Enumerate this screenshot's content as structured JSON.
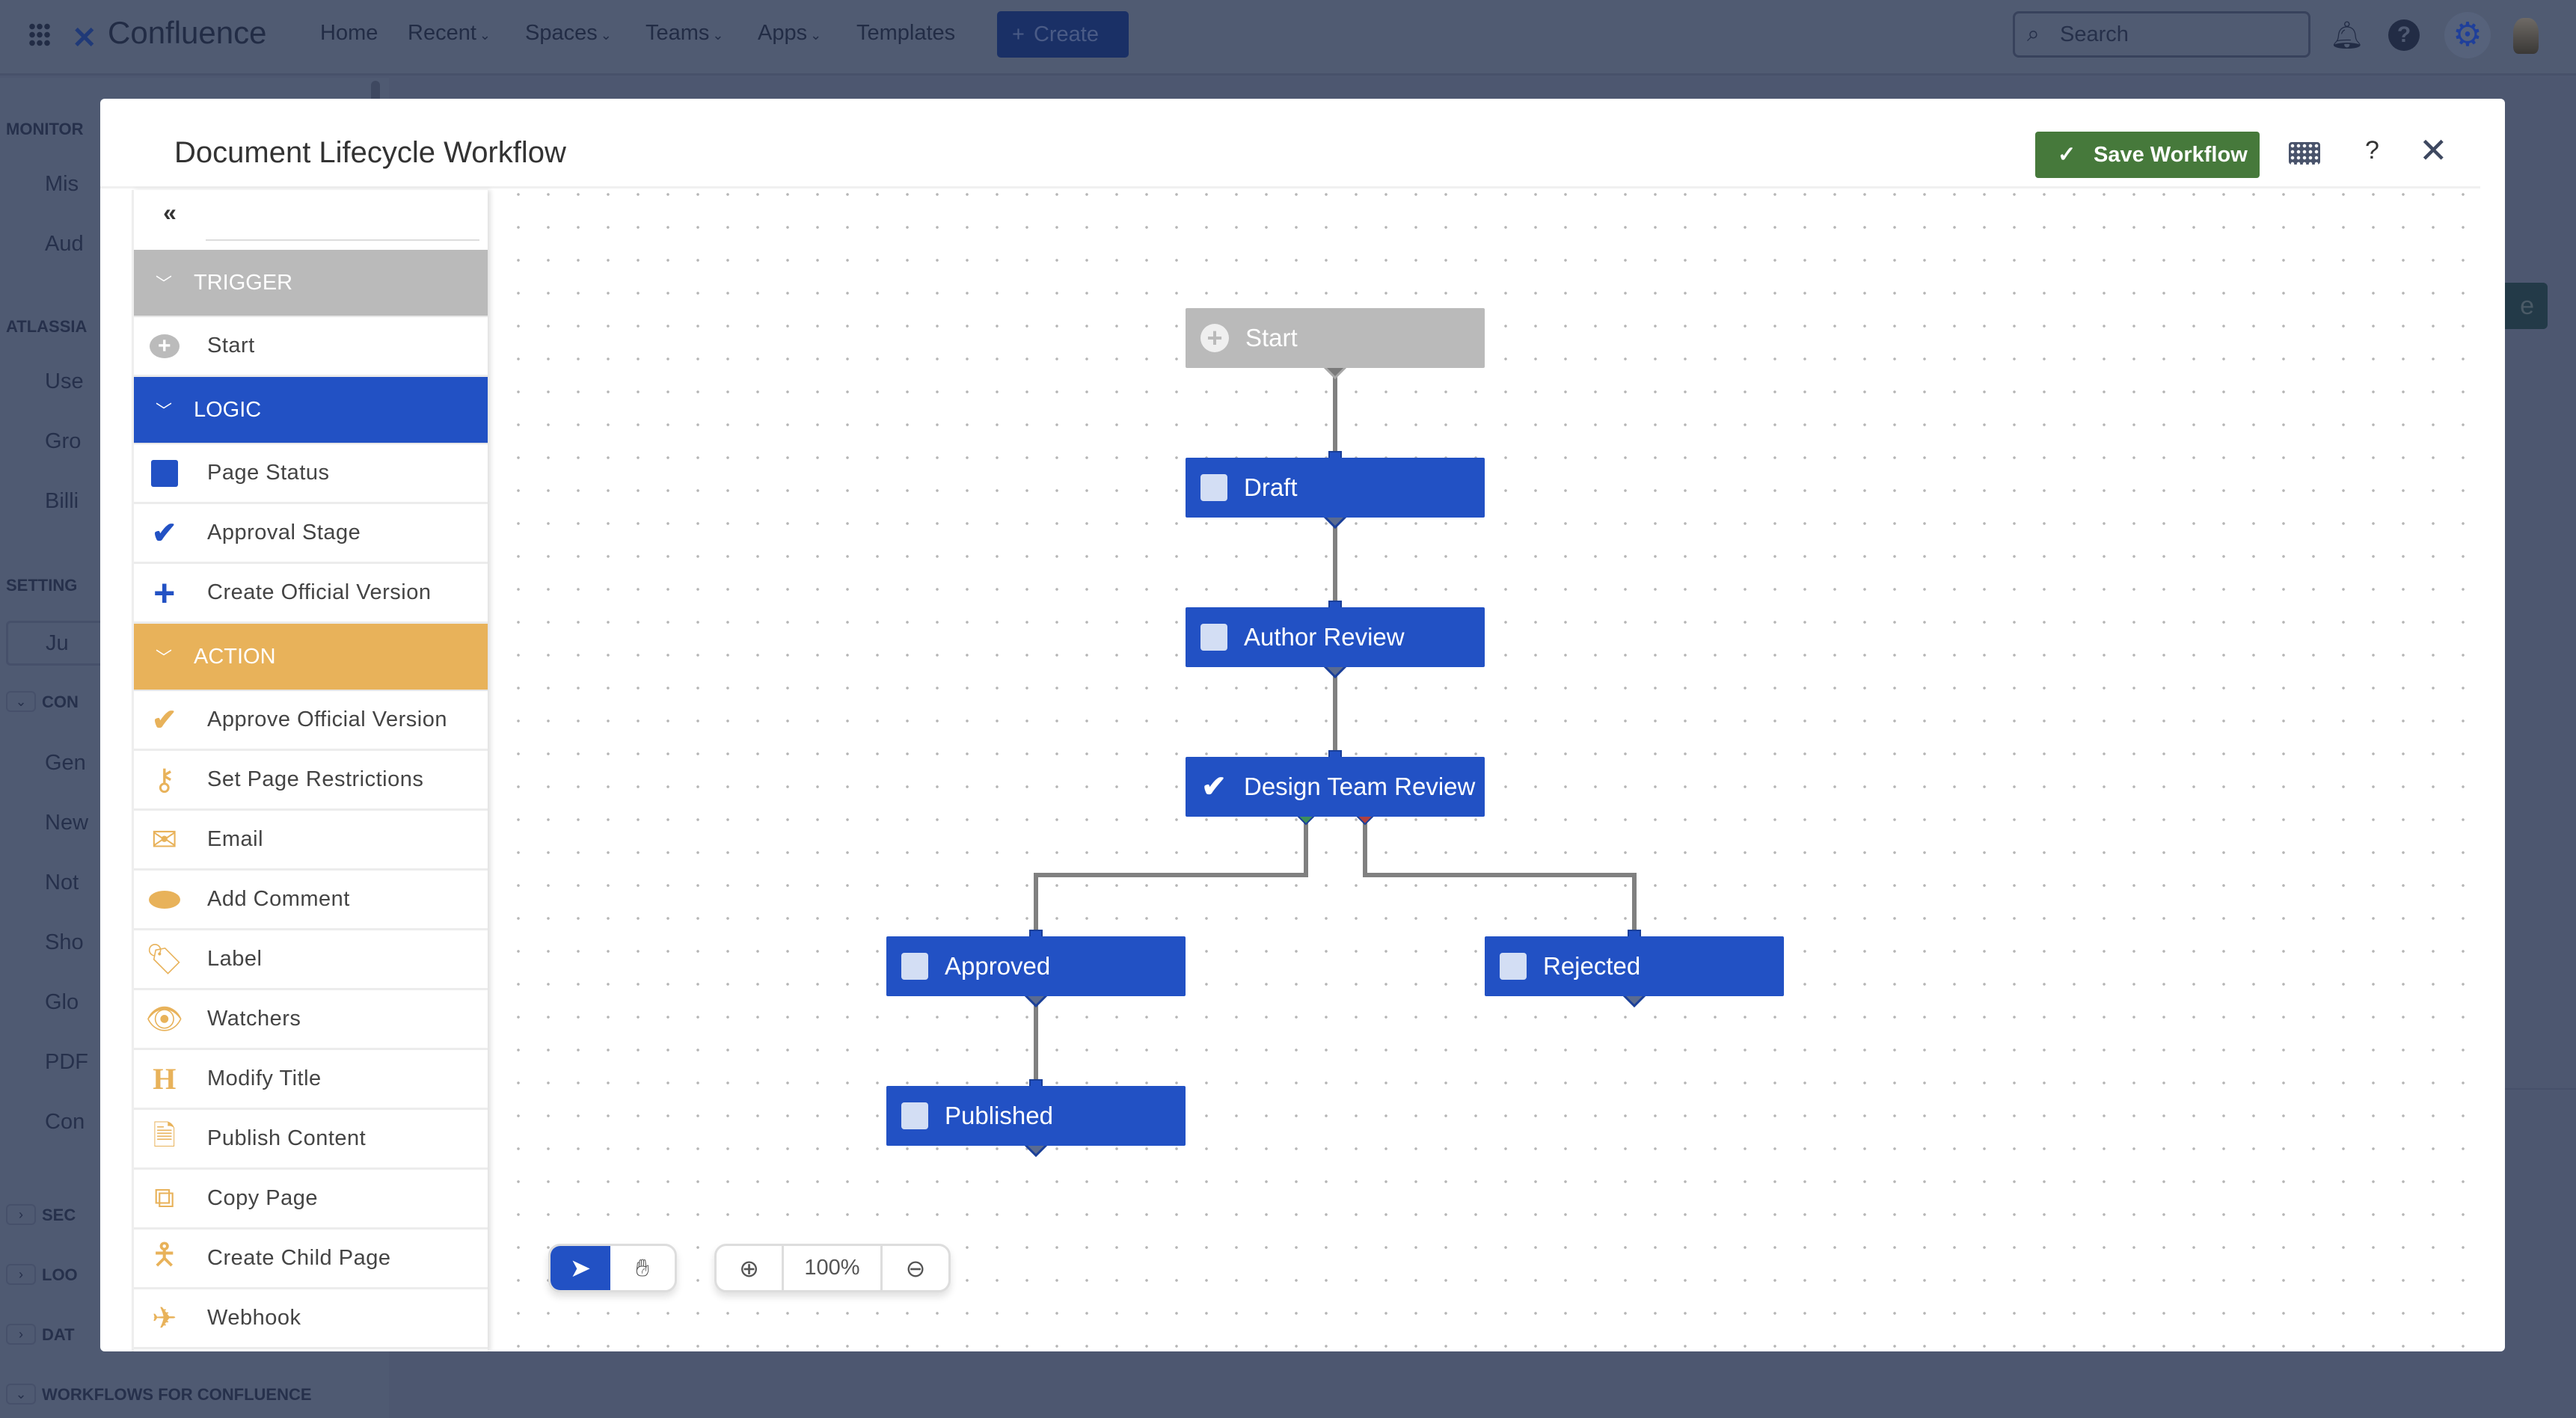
{
  "nav": {
    "brand": "Confluence",
    "items": [
      "Home",
      "Recent",
      "Spaces",
      "Teams",
      "Apps",
      "Templates"
    ],
    "create": "Create",
    "search_placeholder": "Search"
  },
  "sidebar": {
    "monitor": "MONITOR",
    "mis": "Mis",
    "aud": "Aud",
    "atlassian": "ATLASSIA",
    "users": "Use",
    "groups": "Gro",
    "billing": "Billi",
    "settings": "SETTING",
    "search_value": "Ju",
    "con": "CON",
    "gen": "Gen",
    "new": "New",
    "not": "Not",
    "sho": "Sho",
    "glo": "Glo",
    "pdf": "PDF",
    "con2": "Con",
    "sec": "SEC",
    "loo": "LOO",
    "dat": "DAT",
    "workflows": "WORKFLOWS FOR CONFLUENCE",
    "bg_button": "e"
  },
  "modal": {
    "title": "Document Lifecycle Workflow",
    "save": "Save Workflow",
    "help": "?"
  },
  "palette": {
    "trigger": {
      "label": "TRIGGER",
      "items": [
        "Start"
      ]
    },
    "logic": {
      "label": "LOGIC",
      "items": [
        "Page Status",
        "Approval Stage",
        "Create Official Version"
      ]
    },
    "action": {
      "label": "ACTION",
      "items": [
        "Approve Official Version",
        "Set Page Restrictions",
        "Email",
        "Add Comment",
        "Label",
        "Watchers",
        "Modify Title",
        "Publish Content",
        "Copy Page",
        "Create Child Page",
        "Webhook"
      ]
    }
  },
  "nodes": {
    "start": "Start",
    "draft": "Draft",
    "author": "Author Review",
    "design": "Design Team Review",
    "approved": "Approved",
    "rejected": "Rejected",
    "published": "Published"
  },
  "toolbar": {
    "zoom": "100%"
  },
  "colors": {
    "trigger": "#bababa",
    "logic": "#2251c4",
    "action": "#e8b25a",
    "save": "#46793b"
  }
}
